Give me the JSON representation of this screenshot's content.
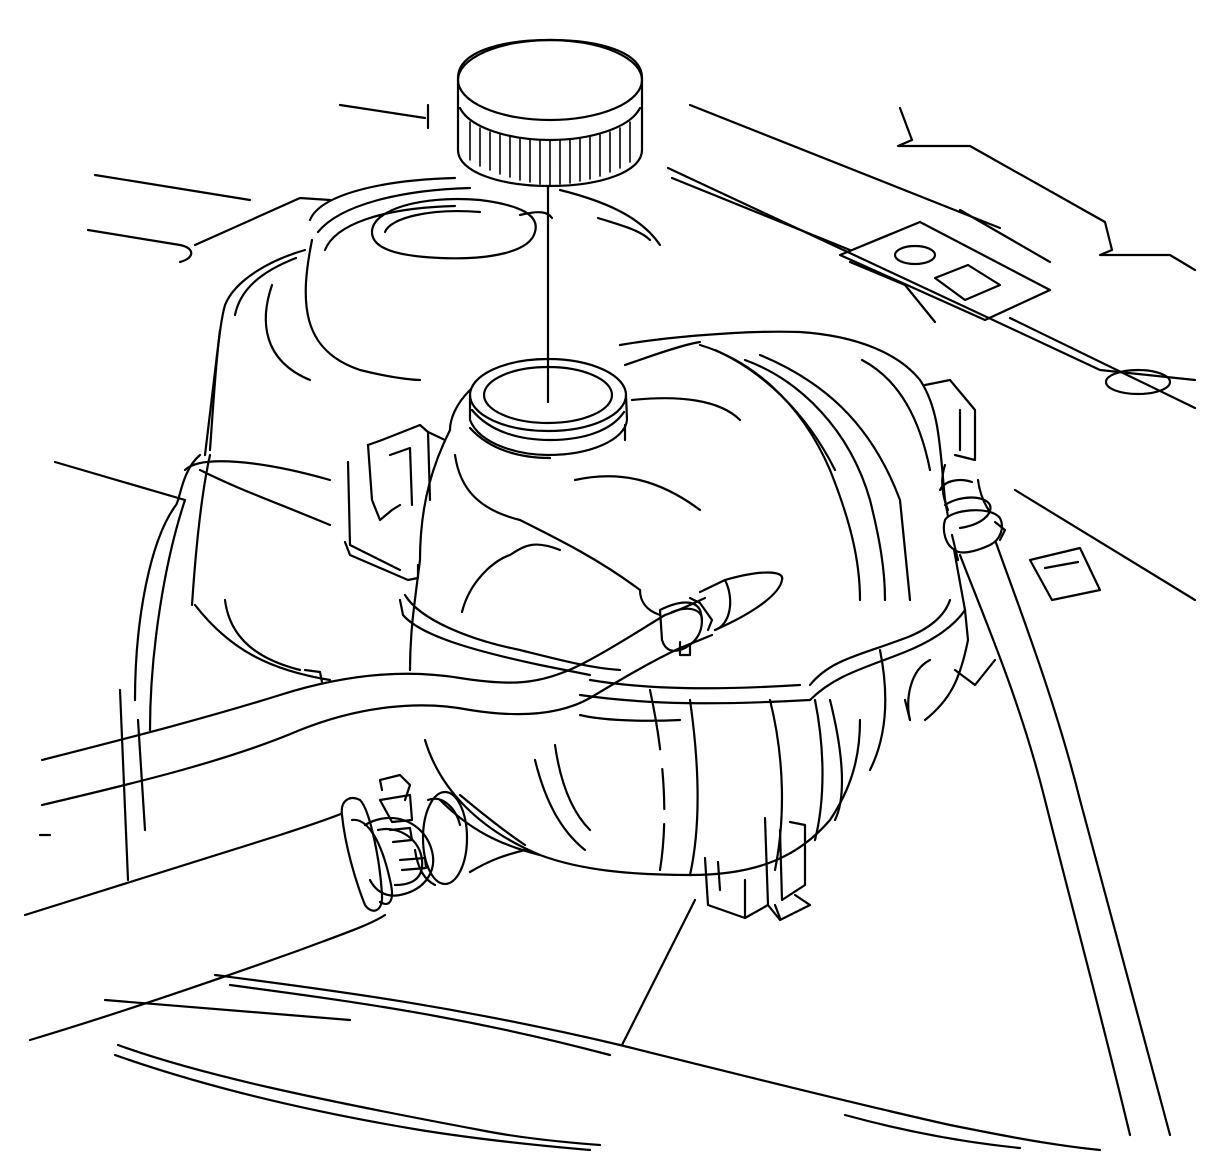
{
  "diagram": {
    "kind": "line-art technical illustration",
    "parts": [
      "surge-tank",
      "surge-tank-cap",
      "filler-neck",
      "inlet-hose",
      "outlet-hose",
      "hose-clamp",
      "mounting-bracket",
      "body-panel"
    ],
    "colors": {
      "stroke": "#000000",
      "background": "#ffffff"
    }
  }
}
